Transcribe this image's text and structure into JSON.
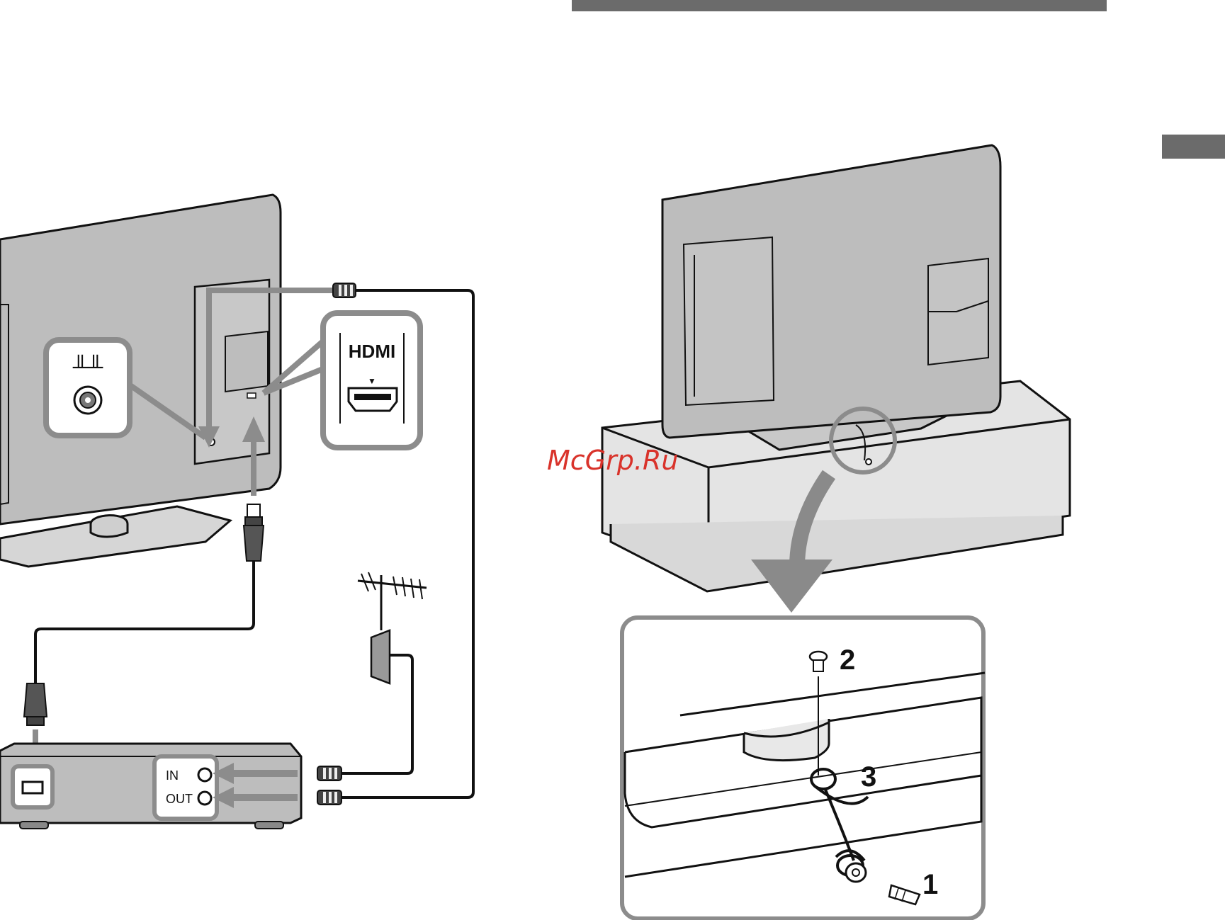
{
  "watermark": "McGrp.Ru",
  "connection": {
    "hdmi_logo": "HDMI",
    "antenna_symbol": "╨╨",
    "hdmi_arrow": "▼",
    "in_label": "IN",
    "out_label": "OUT"
  },
  "fixing": {
    "steps": [
      "1",
      "2",
      "3"
    ]
  },
  "colors": {
    "tv_grey": "#bdbdbd",
    "stand_grey": "#e4e4e4",
    "callout_grey": "#8c8c8c",
    "arrow_grey": "#8a8a8a",
    "header_bar": "#6b6b6b"
  }
}
